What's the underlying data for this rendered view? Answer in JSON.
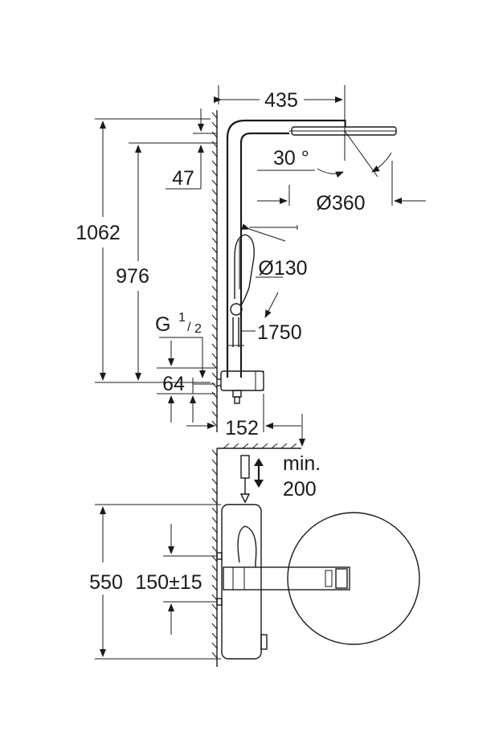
{
  "dims": {
    "width_total": "435",
    "angle": "30 °",
    "head_dia": "Ø360",
    "h_47": "47",
    "h_1062": "1062",
    "h_976": "976",
    "hand_dia": "Ø130",
    "hose": "1750",
    "thread_main": "G",
    "thread_num": "1",
    "thread_den": "2",
    "h_64": "64",
    "d_152": "152",
    "min_label": "min.",
    "min_value": "200",
    "h_550": "550",
    "h_150": "150±15"
  },
  "colors": {
    "line": "#1a1a1a",
    "background": "#ffffff"
  }
}
